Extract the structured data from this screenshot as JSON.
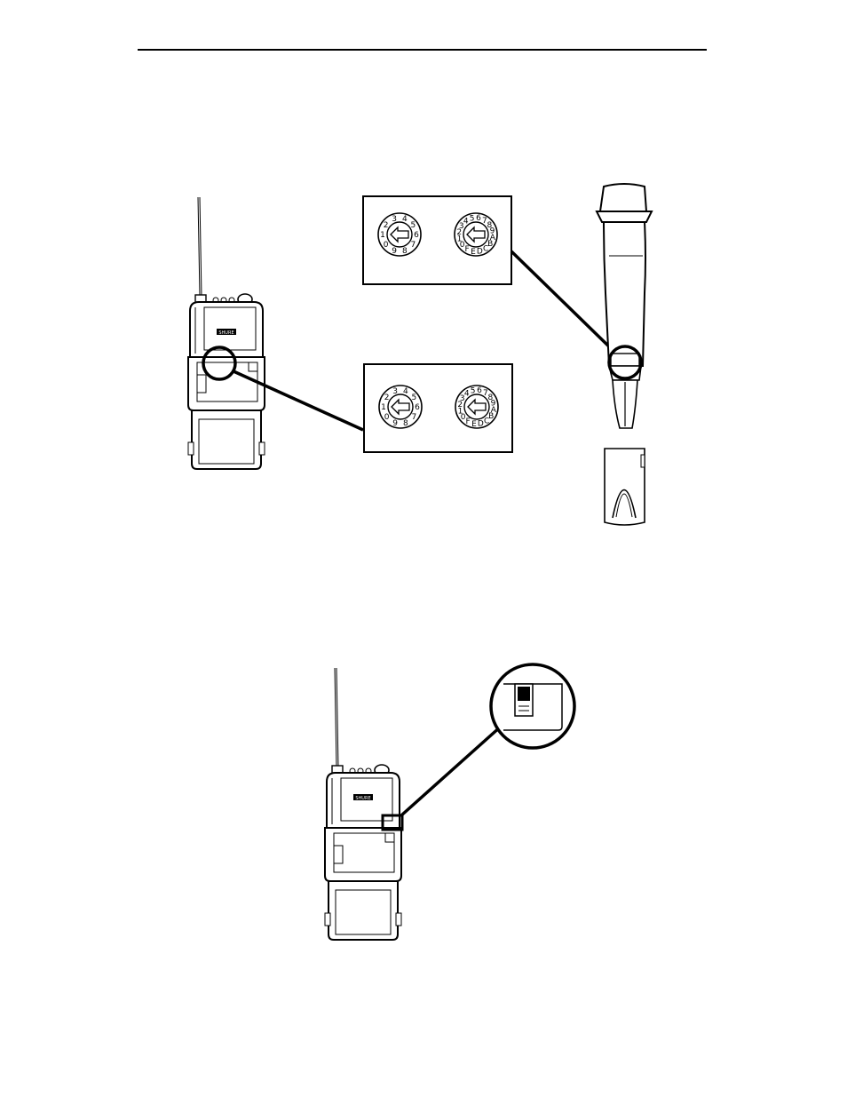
{
  "figure_top": {
    "bodypack_label": "SHURE",
    "dial_a_digits": [
      "0",
      "1",
      "2",
      "3",
      "4",
      "5",
      "6",
      "7",
      "8",
      "9"
    ],
    "dial_b_digits": [
      "0",
      "1",
      "2",
      "3",
      "4",
      "5",
      "6",
      "7",
      "8",
      "9",
      "A",
      "B",
      "C",
      "D",
      "E",
      "F"
    ]
  },
  "figure_bottom": {
    "bodypack_label": "SHURE"
  },
  "colors": {
    "ink": "#000000",
    "paper": "#ffffff"
  }
}
